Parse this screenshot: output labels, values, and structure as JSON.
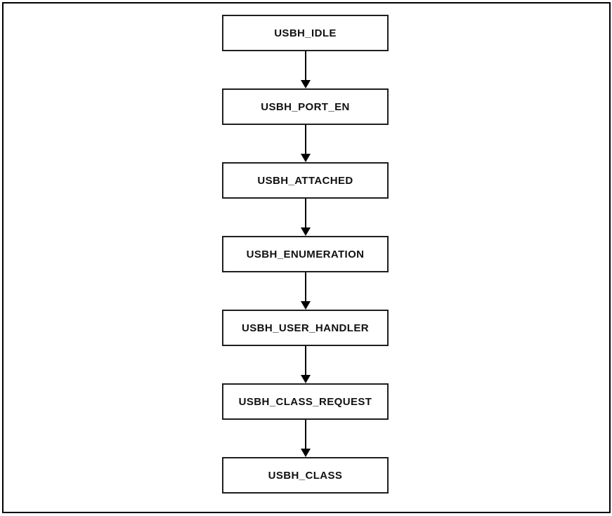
{
  "diagram": {
    "type": "state-flowchart",
    "flow_direction": "top-to-bottom",
    "connector_style": "solid-line-filled-arrowhead",
    "states": [
      {
        "label": "USBH_IDLE"
      },
      {
        "label": "USBH_PORT_EN"
      },
      {
        "label": "USBH_ATTACHED"
      },
      {
        "label": "USBH_ENUMERATION"
      },
      {
        "label": "USBH_USER_HANDLER"
      },
      {
        "label": "USBH_CLASS_REQUEST"
      },
      {
        "label": "USBH_CLASS"
      }
    ],
    "transitions": [
      {
        "from": "USBH_IDLE",
        "to": "USBH_PORT_EN"
      },
      {
        "from": "USBH_PORT_EN",
        "to": "USBH_ATTACHED"
      },
      {
        "from": "USBH_ATTACHED",
        "to": "USBH_ENUMERATION"
      },
      {
        "from": "USBH_ENUMERATION",
        "to": "USBH_USER_HANDLER"
      },
      {
        "from": "USBH_USER_HANDLER",
        "to": "USBH_CLASS_REQUEST"
      },
      {
        "from": "USBH_CLASS_REQUEST",
        "to": "USBH_CLASS"
      }
    ]
  },
  "colors": {
    "frame_border": "#000000",
    "box_border": "#1f1f1f",
    "box_fill": "#ffffff",
    "text": "#111111",
    "arrow": "#000000"
  }
}
